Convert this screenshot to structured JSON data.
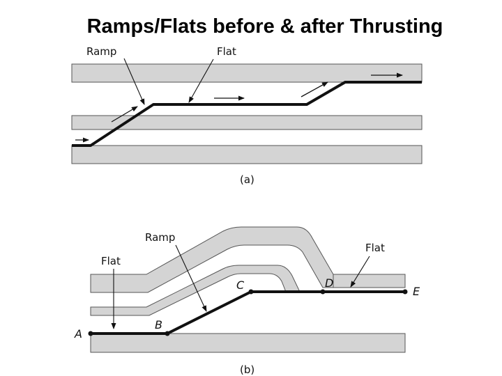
{
  "title": "Ramps/Flats before & after Thrusting",
  "diagram_a": {
    "caption": "(a)",
    "labels": {
      "ramp": "Ramp",
      "flat": "Flat"
    }
  },
  "diagram_b": {
    "caption": "(b)",
    "labels": {
      "ramp": "Ramp",
      "flat_left": "Flat",
      "flat_right": "Flat"
    },
    "points": [
      "A",
      "B",
      "C",
      "D",
      "E"
    ]
  },
  "colors": {
    "layer_fill": "#d4d4d4",
    "layer_stroke": "#555555",
    "fault": "#111111"
  }
}
